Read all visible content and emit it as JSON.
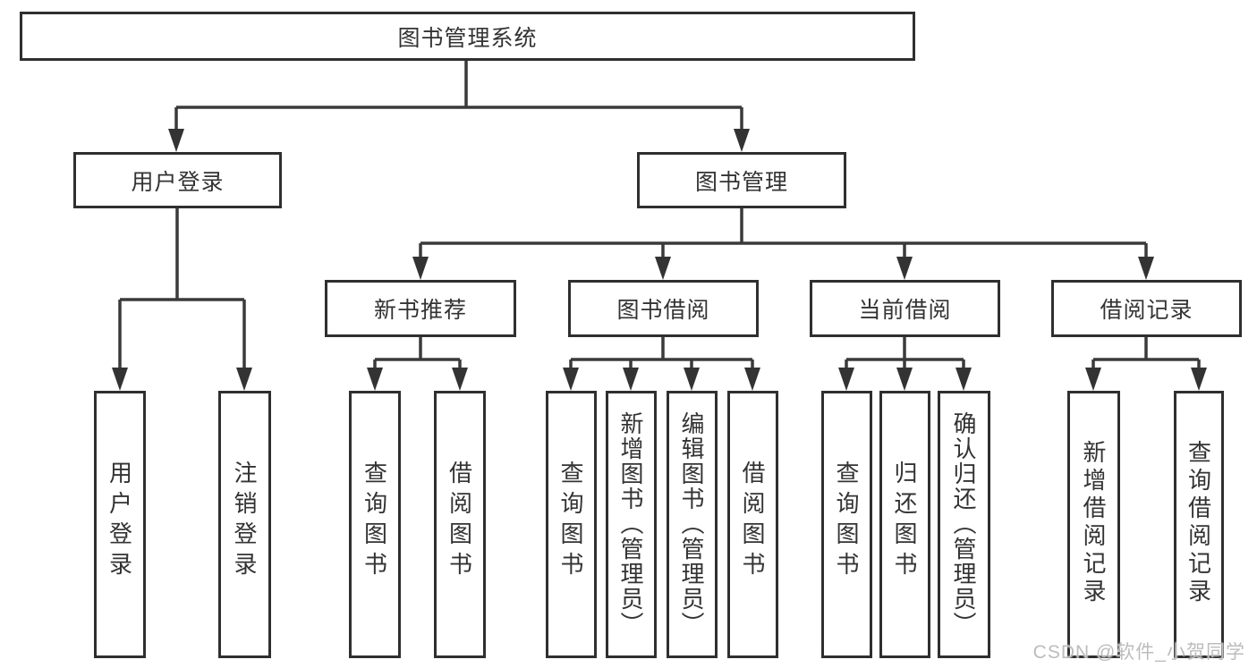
{
  "tree": {
    "root": {
      "label": "图书管理系统",
      "children": [
        {
          "label": "用户登录",
          "children": [
            {
              "label": "用户登录"
            },
            {
              "label": "注销登录"
            }
          ]
        },
        {
          "label": "图书管理",
          "children": [
            {
              "label": "新书推荐",
              "children": [
                {
                  "label": "查询图书"
                },
                {
                  "label": "借阅图书"
                }
              ]
            },
            {
              "label": "图书借阅",
              "children": [
                {
                  "label": "查询图书"
                },
                {
                  "label": "新增图书（管理员）"
                },
                {
                  "label": "编辑图书（管理员）"
                },
                {
                  "label": "借阅图书"
                }
              ]
            },
            {
              "label": "当前借阅",
              "children": [
                {
                  "label": "查询图书"
                },
                {
                  "label": "归还图书"
                },
                {
                  "label": "确认归还（管理员）"
                }
              ]
            },
            {
              "label": "借阅记录",
              "children": [
                {
                  "label": "新增借阅记录"
                },
                {
                  "label": "查询借阅记录"
                }
              ]
            }
          ]
        }
      ]
    }
  },
  "watermark": "CSDN @软件_小贺同学",
  "colors": {
    "line": "#3a3a3a",
    "box_border": "#2f2f2f",
    "text": "#333333",
    "watermark": "#bcbcbc",
    "background": "#ffffff"
  }
}
